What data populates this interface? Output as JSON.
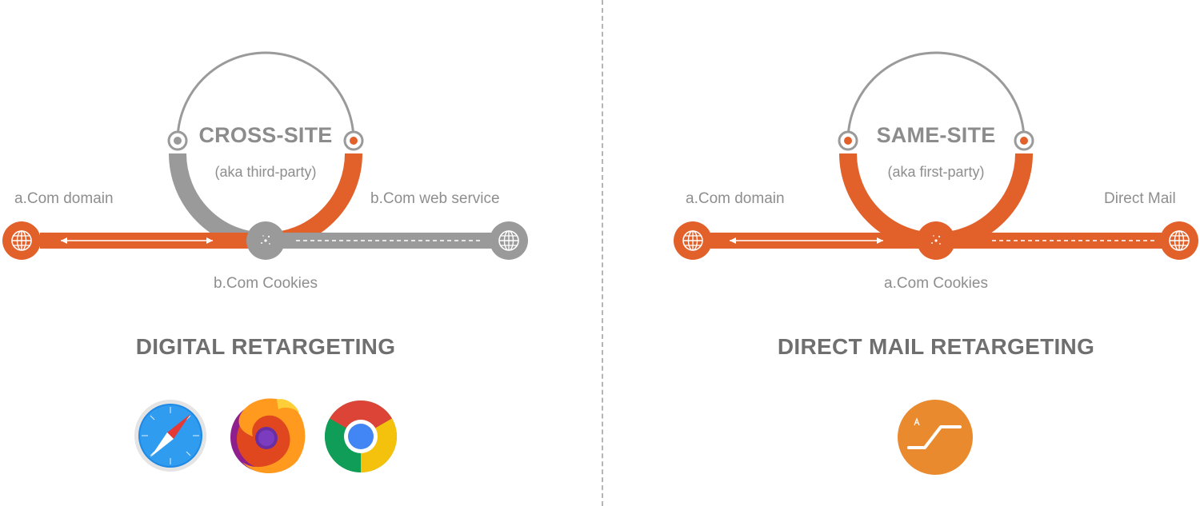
{
  "colors": {
    "accent": "#e2602a",
    "gray": "#9a9a9a",
    "text": "#8e8e8e",
    "heading": "#6f6f6f",
    "mail_icon": "#e98a2e"
  },
  "left_panel": {
    "ring_title": "CROSS-SITE",
    "ring_subtitle": "(aka third-party)",
    "left_label": "a.Com domain",
    "right_label": "b.Com web service",
    "bottom_label": "b.Com Cookies",
    "heading": "DIGITAL RETARGETING",
    "icons": [
      "safari-icon",
      "firefox-icon",
      "chrome-icon"
    ]
  },
  "right_panel": {
    "ring_title": "SAME-SITE",
    "ring_subtitle": "(aka first-party)",
    "left_label": "a.Com domain",
    "right_label": "Direct Mail",
    "bottom_label": "a.Com Cookies",
    "heading": "DIRECT MAIL RETARGETING",
    "icons": [
      "direct-mail-app-icon"
    ]
  }
}
